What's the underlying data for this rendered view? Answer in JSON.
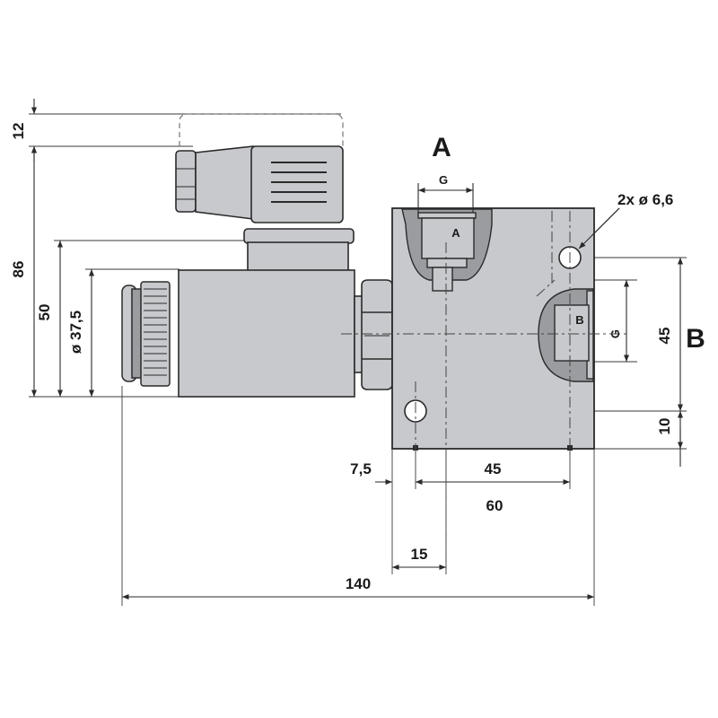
{
  "ports": {
    "a": "A",
    "b": "B"
  },
  "thread": {
    "g_top": "G",
    "g_side": "G",
    "a_inner": "A",
    "b_inner": "B"
  },
  "holes": "2x ø 6,6",
  "dims": {
    "d12": "12",
    "d86": "86",
    "d50": "50",
    "d375": "ø 37,5",
    "d45v": "45",
    "d10": "10",
    "d75": "7,5",
    "d45h": "45",
    "d60": "60",
    "d15": "15",
    "d140": "140"
  },
  "colors": {
    "body": "#c7c9cd",
    "dark": "#9a9ca0",
    "line": "#2a2a2a",
    "text": "#1a1a1a"
  }
}
